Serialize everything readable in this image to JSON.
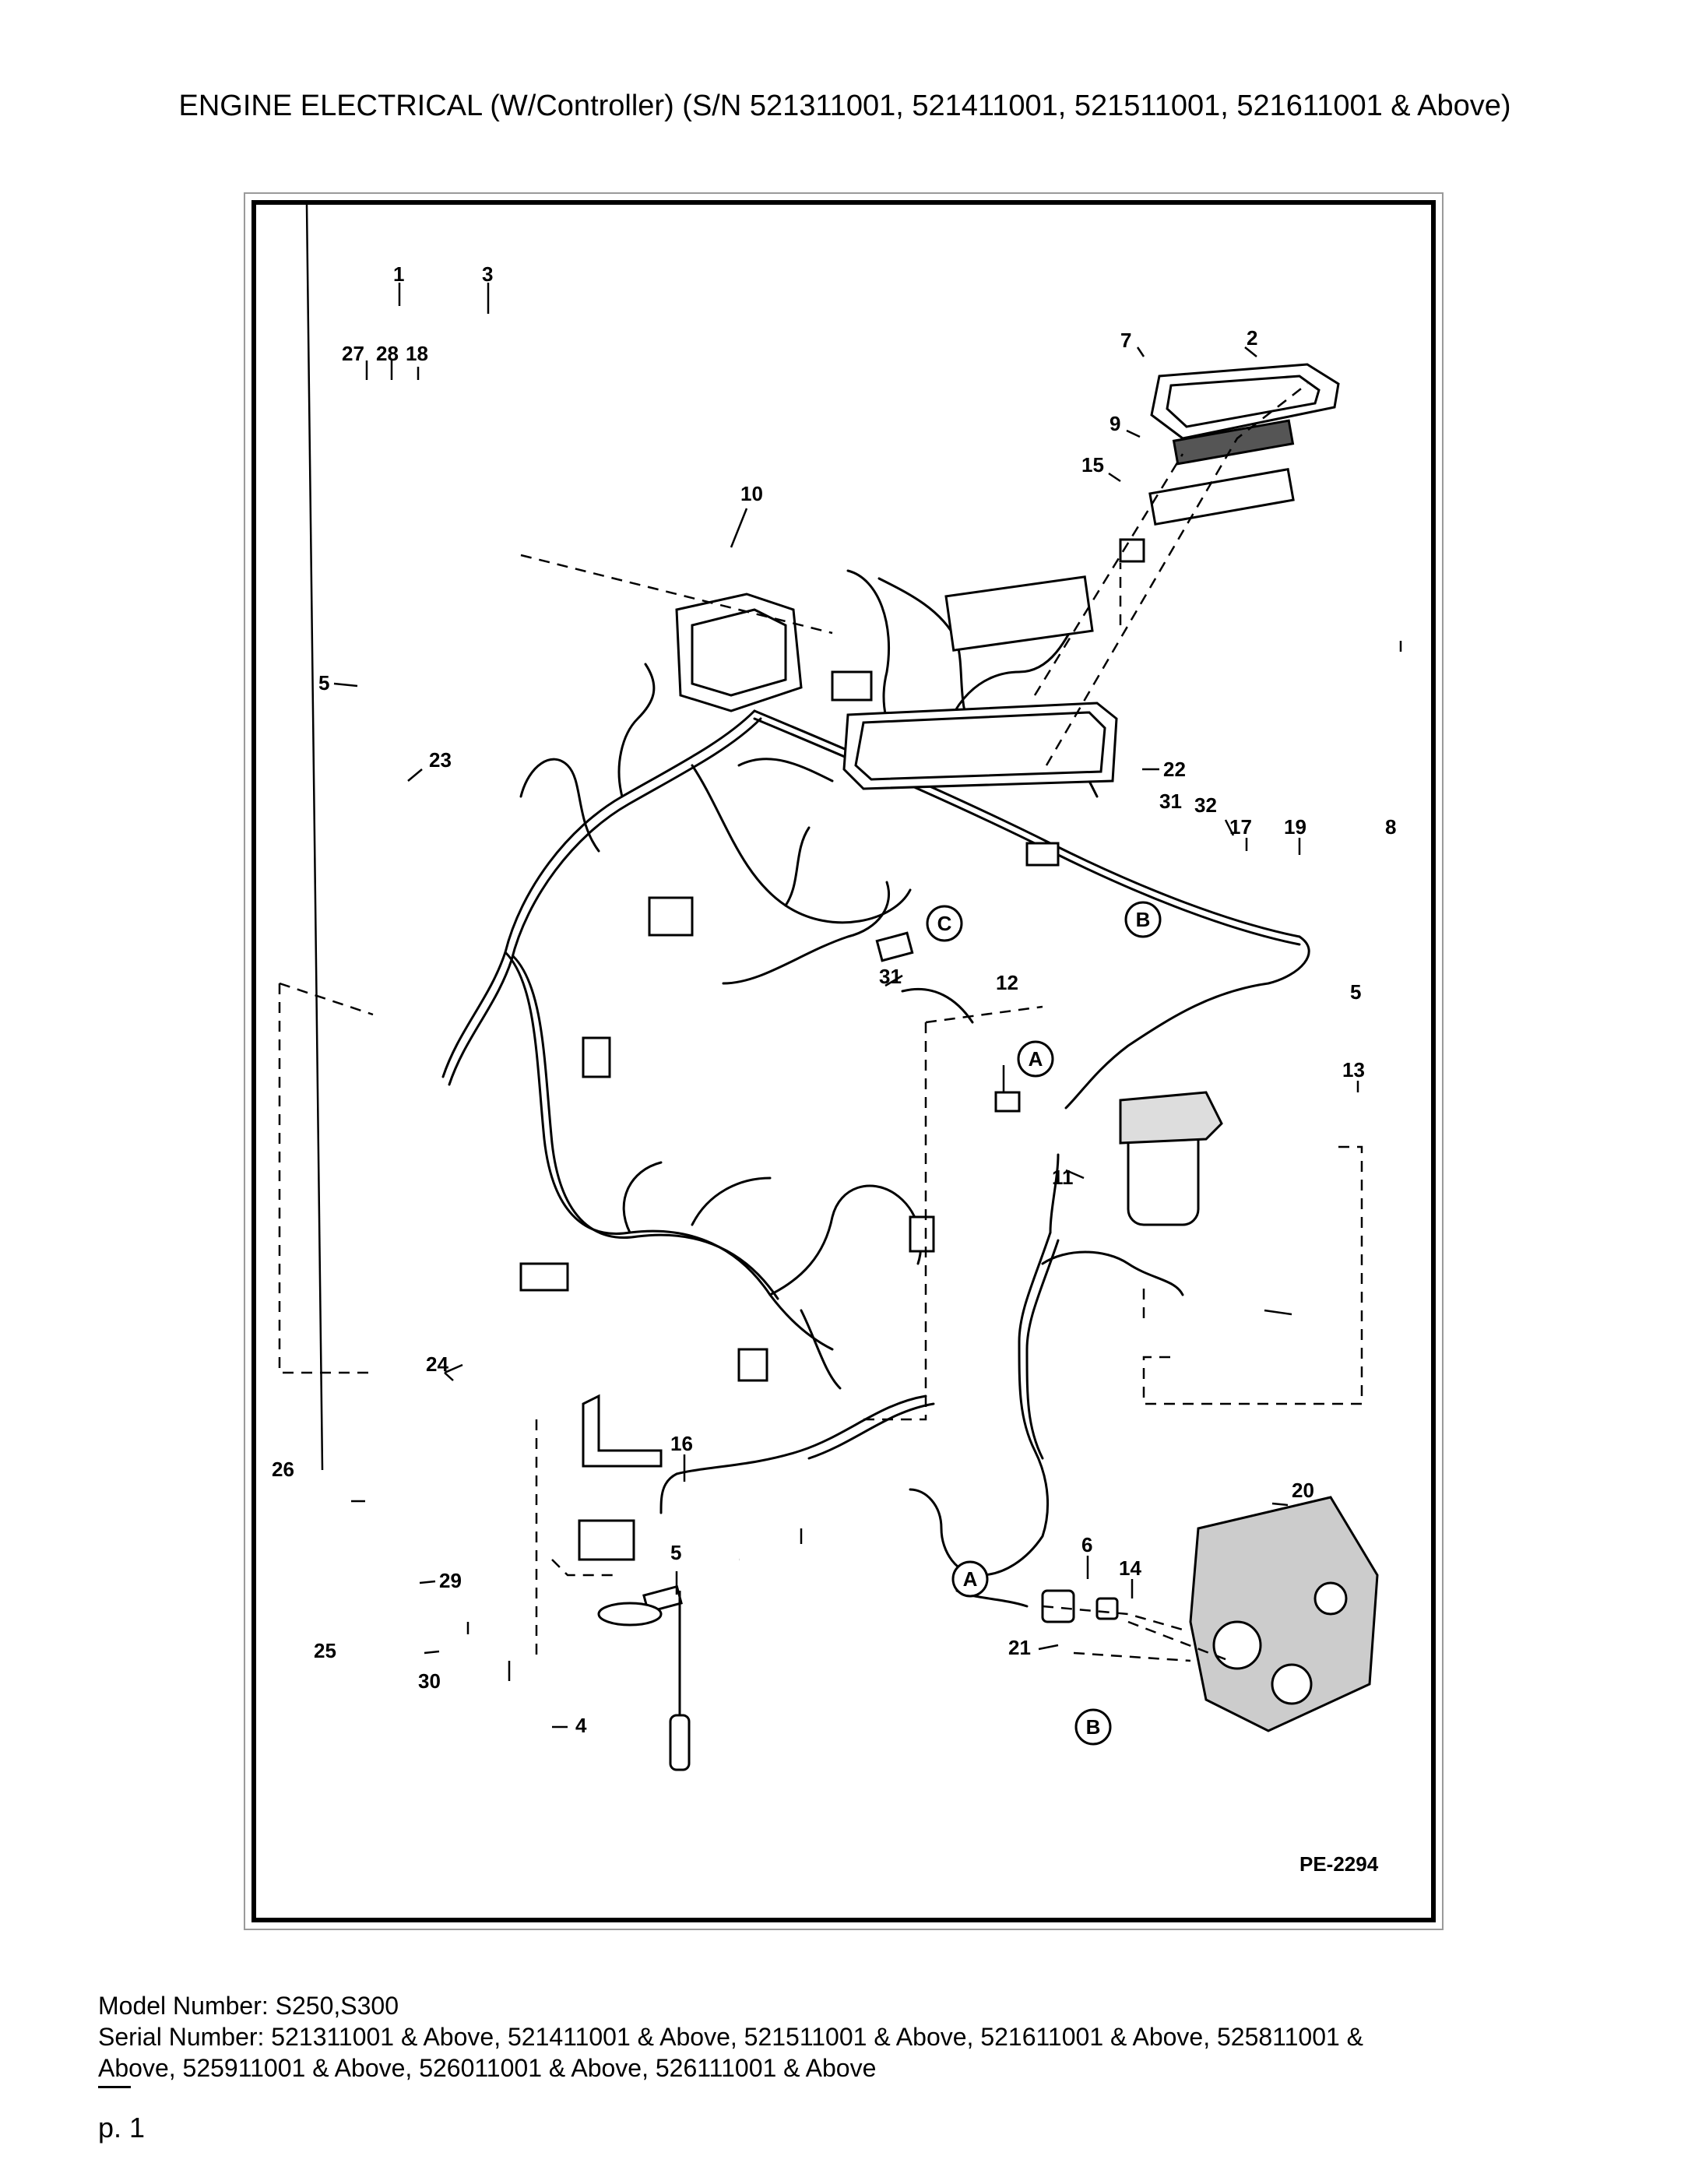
{
  "header": {
    "title": "ENGINE ELECTRICAL (W/Controller) (S/N 521311001, 521411001, 521511001, 521611001 & Above)"
  },
  "diagram": {
    "drawing_id": "PE-2294",
    "callouts": {
      "c1": "1",
      "c2": "2",
      "c3": "3",
      "c4": "4",
      "c5a": "5",
      "c5b": "5",
      "c5c": "5",
      "c6": "6",
      "c7": "7",
      "c8": "8",
      "c9": "9",
      "c10": "10",
      "c11": "11",
      "c12": "12",
      "c13": "13",
      "c14": "14",
      "c15": "15",
      "c16": "16",
      "c17": "17",
      "c18": "18",
      "c19": "19",
      "c20": "20",
      "c21": "21",
      "c22": "22",
      "c23": "23",
      "c24": "24",
      "c25": "25",
      "c26": "26",
      "c27": "27",
      "c28": "28",
      "c29": "29",
      "c30": "30",
      "c31a": "31",
      "c31b": "31",
      "c32": "32"
    },
    "refs": {
      "A1": "A",
      "A2": "A",
      "B1": "B",
      "B2": "B",
      "C1": "C"
    }
  },
  "footer": {
    "model_line": "Model Number: S250,S300",
    "serial_line_1": "Serial Number: 521311001 & Above, 521411001 & Above, 521511001 & Above, 521611001 & Above, 525811001 &",
    "serial_line_2": "Above, 525911001 & Above, 526011001 & Above, 526111001 & Above",
    "page": "p. 1"
  }
}
